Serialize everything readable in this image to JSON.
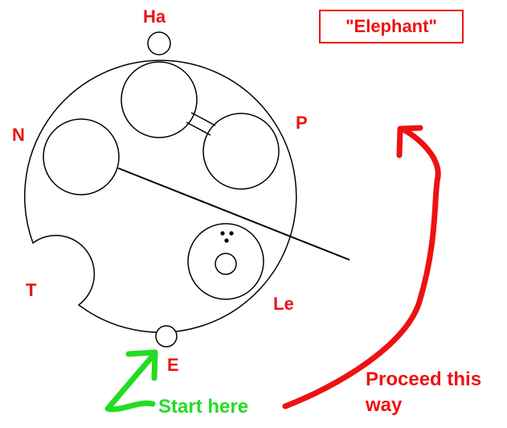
{
  "title": "\"Elephant\"",
  "labels": {
    "ha": "Ha",
    "n": "N",
    "p": "P",
    "t": "T",
    "le": "Le",
    "e": "E"
  },
  "annotations": {
    "start": "Start here",
    "proceed_line1": "Proceed this",
    "proceed_line2": "way"
  },
  "colors": {
    "outline": "#000000",
    "label_red": "#ee1111",
    "arrow_red": "#ee1111",
    "arrow_green": "#22dd22"
  }
}
